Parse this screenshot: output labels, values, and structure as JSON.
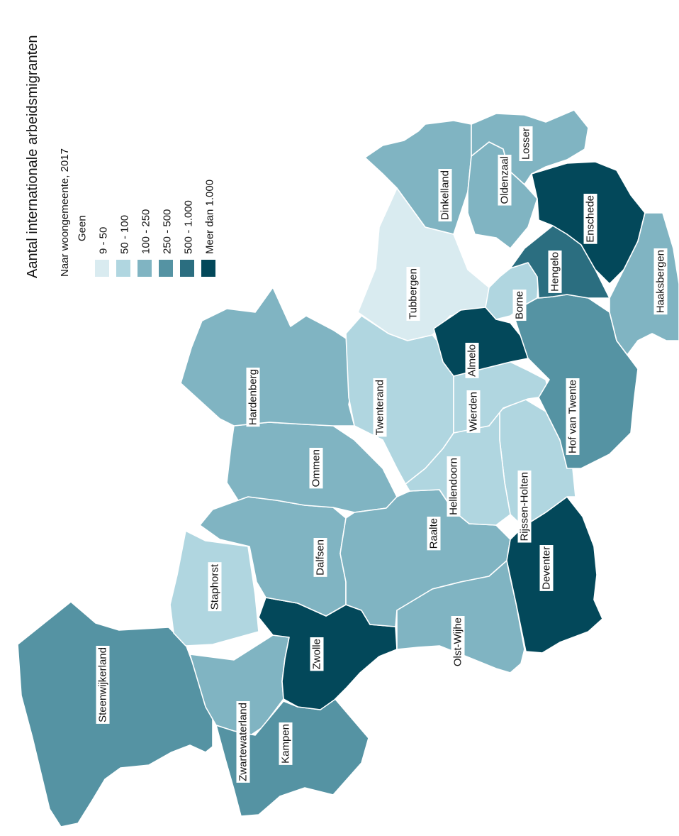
{
  "title": "Aantal internationale arbeidsmigranten",
  "subtitle": "Naar woongemeente, 2017",
  "legend": {
    "classes": [
      {
        "label": "Geen",
        "color": "#ffffff"
      },
      {
        "label": "9 - 50",
        "color": "#d9ebf0"
      },
      {
        "label": "50 - 100",
        "color": "#b0d6e0"
      },
      {
        "label": "100 - 250",
        "color": "#80b4c2"
      },
      {
        "label": "250 - 500",
        "color": "#5593a3"
      },
      {
        "label": "500 - 1.000",
        "color": "#2b6e80"
      },
      {
        "label": "Meer dan 1.000",
        "color": "#03485a"
      }
    ]
  },
  "municipalities": [
    {
      "name": "Steenwijkerland",
      "class": "250 - 500"
    },
    {
      "name": "Zwartewaterland",
      "class": "100 - 250"
    },
    {
      "name": "Kampen",
      "class": "250 - 500"
    },
    {
      "name": "Staphorst",
      "class": "50 - 100"
    },
    {
      "name": "Zwolle",
      "class": "Meer dan 1.000"
    },
    {
      "name": "Dalfsen",
      "class": "100 - 250"
    },
    {
      "name": "Ommen",
      "class": "100 - 250"
    },
    {
      "name": "Hardenberg",
      "class": "100 - 250"
    },
    {
      "name": "Raalte",
      "class": "100 - 250"
    },
    {
      "name": "Olst-Wijhe",
      "class": "100 - 250"
    },
    {
      "name": "Deventer",
      "class": "Meer dan 1.000"
    },
    {
      "name": "Rijssen-Holten",
      "class": "50 - 100"
    },
    {
      "name": "Hellendoorn",
      "class": "50 - 100"
    },
    {
      "name": "Twenterand",
      "class": "50 - 100"
    },
    {
      "name": "Wierden",
      "class": "50 - 100"
    },
    {
      "name": "Tubbergen",
      "class": "9 - 50"
    },
    {
      "name": "Almelo",
      "class": "Meer dan 1.000"
    },
    {
      "name": "Borne",
      "class": "50 - 100"
    },
    {
      "name": "Hof van Twente",
      "class": "250 - 500"
    },
    {
      "name": "Hengelo",
      "class": "500 - 1.000"
    },
    {
      "name": "Enschede",
      "class": "Meer dan 1.000"
    },
    {
      "name": "Haaksbergen",
      "class": "100 - 250"
    },
    {
      "name": "Dinkelland",
      "class": "100 - 250"
    },
    {
      "name": "Oldenzaal",
      "class": "100 - 250"
    },
    {
      "name": "Losser",
      "class": "100 - 250"
    }
  ]
}
